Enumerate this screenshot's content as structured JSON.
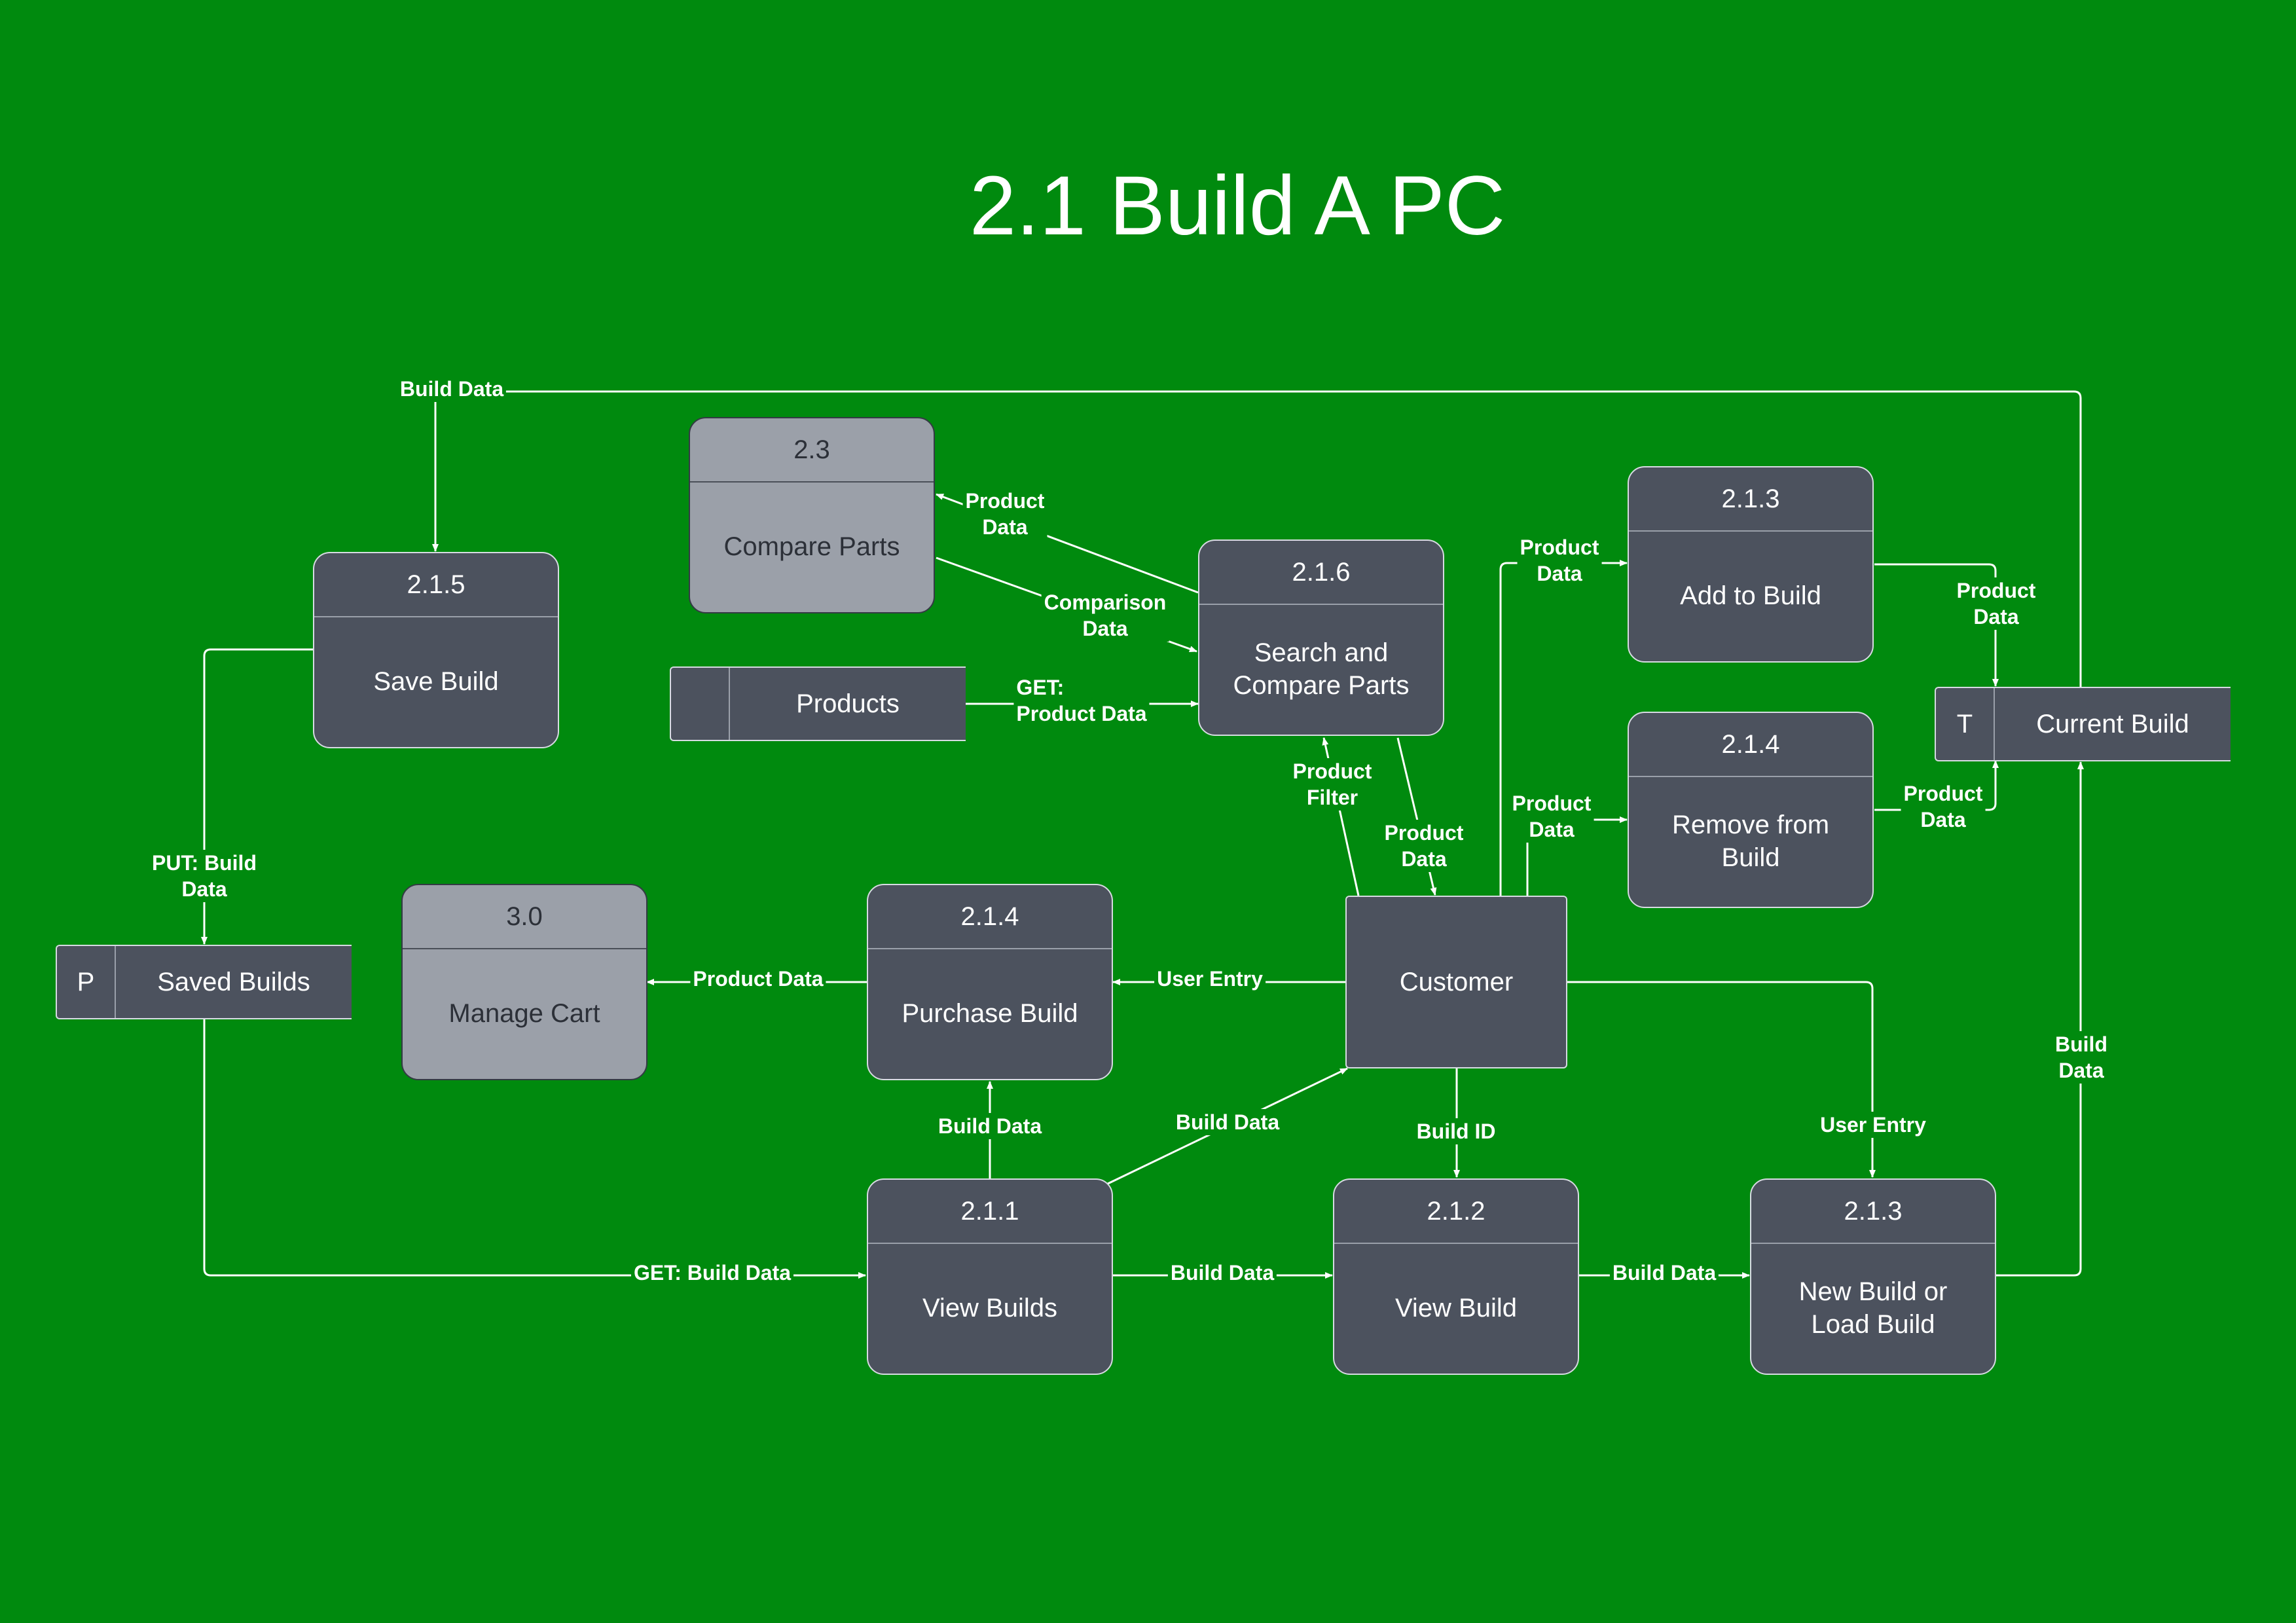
{
  "title": "2.1 Build A PC",
  "processes": {
    "save_build": {
      "id": "2.1.5",
      "label": "Save Build"
    },
    "compare_parts": {
      "id": "2.3",
      "label": "Compare Parts"
    },
    "search_compare": {
      "id": "2.1.6",
      "label": "Search and Compare Parts"
    },
    "add_to_build": {
      "id": "2.1.3",
      "label": "Add to Build"
    },
    "remove_from_build": {
      "id": "2.1.4",
      "label": "Remove from Build"
    },
    "manage_cart": {
      "id": "3.0",
      "label": "Manage Cart"
    },
    "purchase_build": {
      "id": "2.1.4",
      "label": "Purchase Build"
    },
    "view_builds": {
      "id": "2.1.1",
      "label": "View Builds"
    },
    "view_build": {
      "id": "2.1.2",
      "label": "View Build"
    },
    "new_or_load": {
      "id": "2.1.3",
      "label": "New Build or Load Build"
    }
  },
  "stores": {
    "products": {
      "id": "",
      "label": "Products"
    },
    "current_build": {
      "id": "T",
      "label": "Current Build"
    },
    "saved_builds": {
      "id": "P",
      "label": "Saved Builds"
    }
  },
  "entities": {
    "customer": {
      "label": "Customer"
    }
  },
  "flows": {
    "build_data_top": "Build Data",
    "product_data_to_compare": "Product\nData",
    "comparison_data": "Comparison\nData",
    "get_product_data": "GET:\nProduct Data",
    "product_filter": "Product\nFilter",
    "product_data_to_customer": "Product\nData",
    "product_data_to_add": "Product\nData",
    "product_data_add_to_current": "Product\nData",
    "product_data_to_remove": "Product\nData",
    "product_data_remove_to_current": "Product\nData",
    "put_build_data": "PUT: Build\nData",
    "product_data_to_cart": "Product Data",
    "user_entry_purchase": "User Entry",
    "build_data_to_purchase": "Build Data",
    "build_data_to_customer": "Build Data",
    "build_id": "Build ID",
    "user_entry_new": "User Entry",
    "build_data_to_current": "Build\nData",
    "get_build_data": "GET: Build Data",
    "build_data_views": "Build Data",
    "build_data_to_new": "Build Data"
  }
}
